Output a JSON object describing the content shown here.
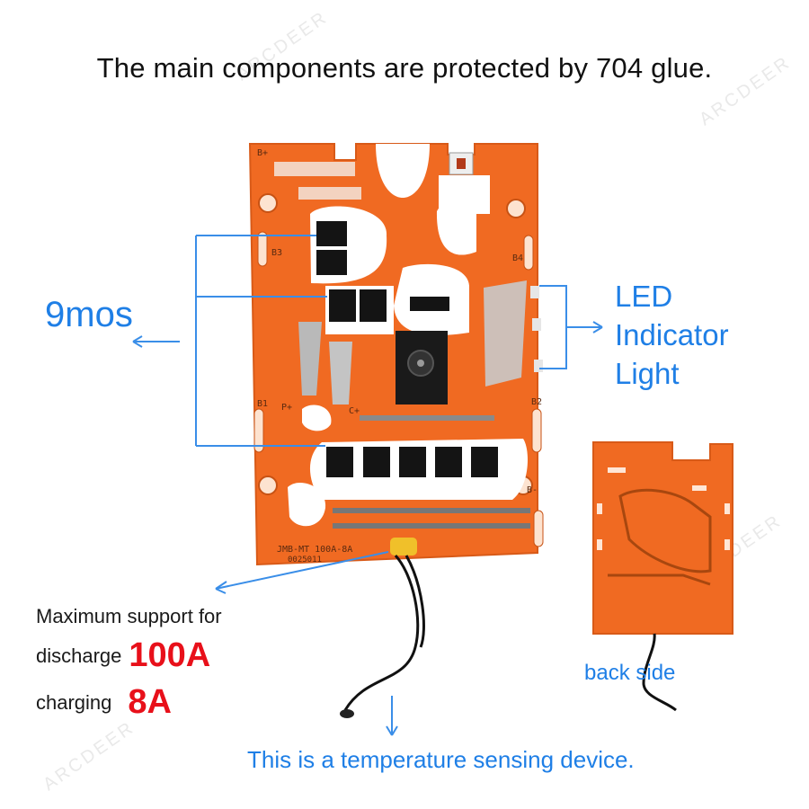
{
  "headline": "The main components are protected by 704 glue.",
  "mos_label": "9mos",
  "led_label": {
    "line1": "LED",
    "line2": "Indicator",
    "line3": "Light"
  },
  "spec": {
    "line1": "Maximum support for",
    "discharge_label": "discharge",
    "discharge_value": "100A",
    "charging_label": "charging",
    "charging_value": "8A"
  },
  "back_side_label": "back side",
  "temp_label": "This is a temperature sensing device.",
  "board": {
    "model": "JMB-MT 100A-8A",
    "serial": "0025011",
    "pads": {
      "b_plus": "B+",
      "b3": "B3",
      "b4": "B4",
      "b1": "B1",
      "b2": "B2",
      "p_plus": "P+",
      "c_plus": "C+",
      "b_minus": "B-"
    }
  },
  "watermark": "ARCDEER",
  "colors": {
    "blue_label": "#1f7fe6",
    "red_value": "#e8101a",
    "pcb_orange": "#f06a22",
    "glue": "#ffffff",
    "mosfet": "#141414",
    "arrow_blue": "#3a8ee8"
  }
}
